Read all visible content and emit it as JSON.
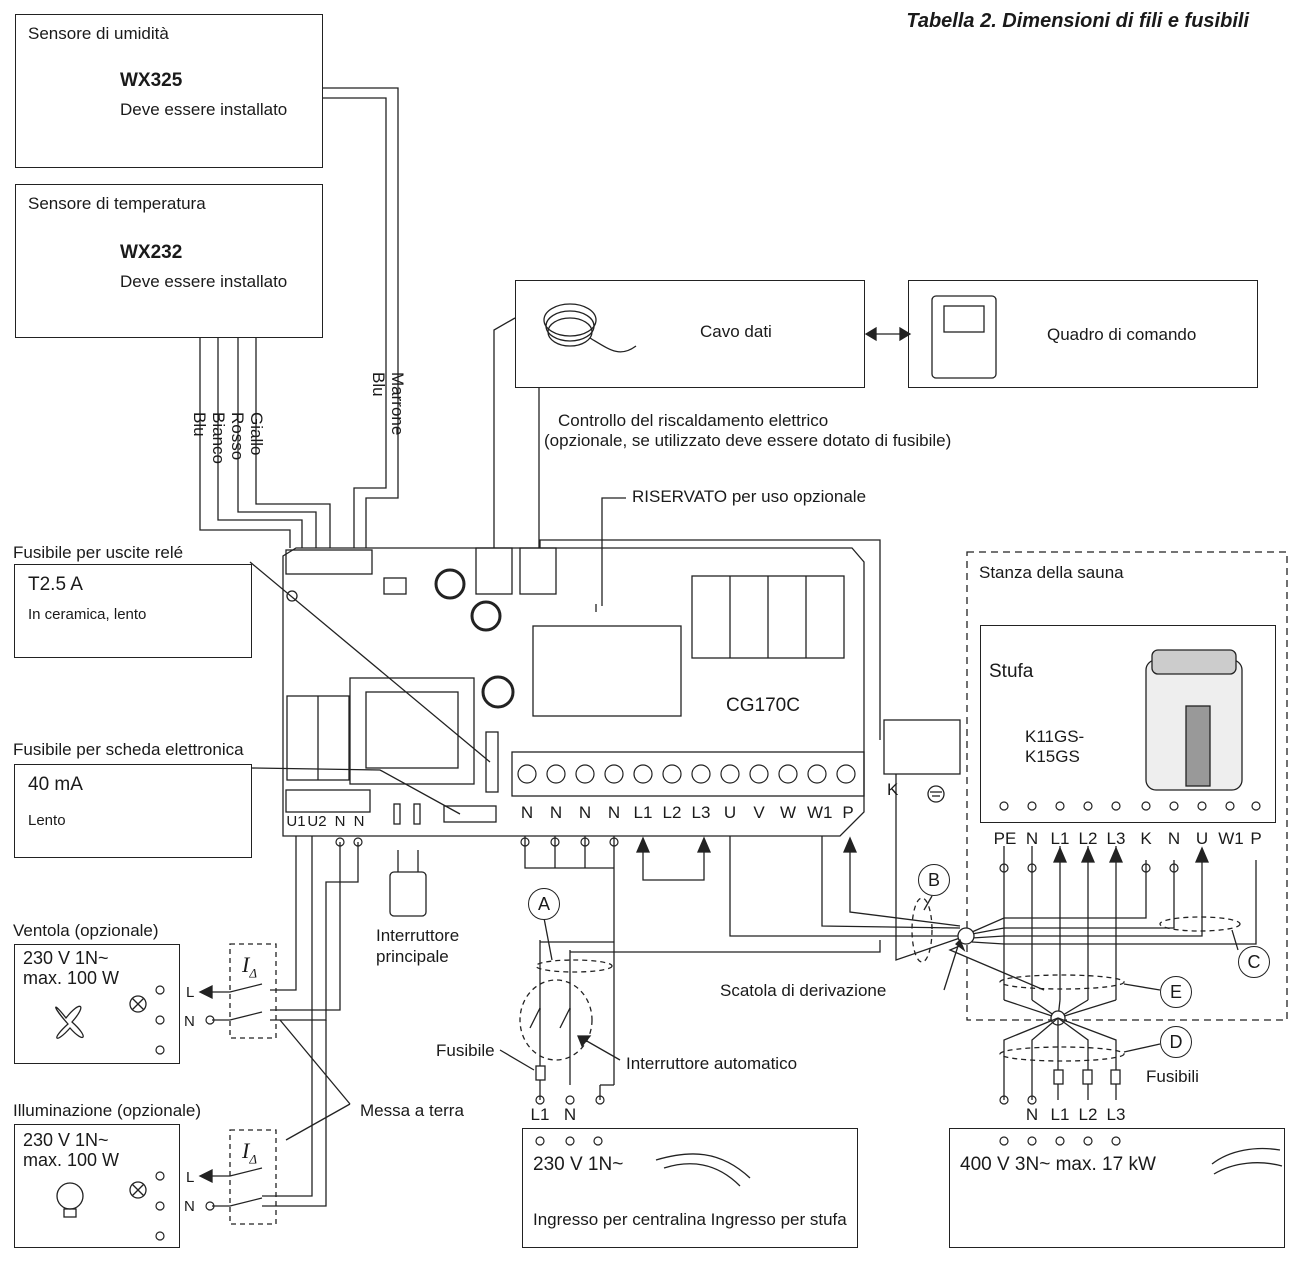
{
  "title": "Tabella 2.  Dimensioni di fili e fusibili",
  "humidity_sensor": {
    "label": "Sensore di umidità",
    "model": "WX325",
    "note": "Deve essere installato"
  },
  "temperature_sensor": {
    "label": "Sensore di temperatura",
    "model": "WX232",
    "note": "Deve essere installato"
  },
  "wire_colors_temp": [
    "Blu",
    "Bianco",
    "Rosso",
    "Giallo"
  ],
  "wire_colors_hum": [
    "Blu",
    "Marrone"
  ],
  "data_cable": {
    "label": "Cavo dati"
  },
  "control_panel": {
    "label": "Quadro di comando"
  },
  "heating_control": {
    "line1": "Controllo del riscaldamento elettrico",
    "line2": "(opzionale, se utilizzato deve essere dotato di fusibile)"
  },
  "reserved": "RISERVATO per uso opzionale",
  "relay_fuse": {
    "label": "Fusibile per uscite relé",
    "value": "T2.5 A",
    "note": "In ceramica, lento"
  },
  "board_fuse": {
    "label": "Fusibile per scheda elettronica",
    "value": "40 mA",
    "note": "Lento"
  },
  "board_model": "CG170C",
  "board_terminals": [
    "N",
    "N",
    "N",
    "N",
    "L1",
    "L2",
    "L3",
    "U",
    "V",
    "W",
    "W1",
    "P"
  ],
  "board_left_terminals": [
    "U1",
    "U2",
    "N",
    "N"
  ],
  "k_label": "K",
  "main_switch": {
    "line1": "Interruttore",
    "line2": "principale"
  },
  "sauna_room": {
    "label": "Stanza della sauna"
  },
  "heater": {
    "label": "Stufa",
    "model_line1": "K11GS-",
    "model_line2": "K15GS"
  },
  "heater_terminals": [
    "PE",
    "N",
    "L1",
    "L2",
    "L3",
    "K",
    "N",
    "U",
    "W1",
    "P"
  ],
  "fan": {
    "label": "Ventola (opzionale)",
    "line1": "230 V 1N~",
    "line2": "max. 100 W"
  },
  "lighting": {
    "label": "Illuminazione (opzionale)",
    "line1": "230 V 1N~",
    "line2": "max. 100 W"
  },
  "rcd_symbol": "I",
  "rcd_sub": "Δ",
  "L": "L",
  "N": "N",
  "earthing": "Messa a terra",
  "fuse_label": "Fusibile",
  "breaker_label": "Interruttore automatico",
  "junction_box": "Scatola di derivazione",
  "fuses_label": "Fusibili",
  "supply_left_terminals": [
    "L1",
    "N"
  ],
  "supply_right_terminals": [
    "N",
    "L1",
    "L2",
    "L3"
  ],
  "supply_230": "230 V 1N~",
  "supply_400": "400 V 3N~  max. 17 kW",
  "input_captions": "Ingresso per centralina Ingresso per stufa",
  "callouts": [
    "A",
    "B",
    "C",
    "D",
    "E"
  ]
}
